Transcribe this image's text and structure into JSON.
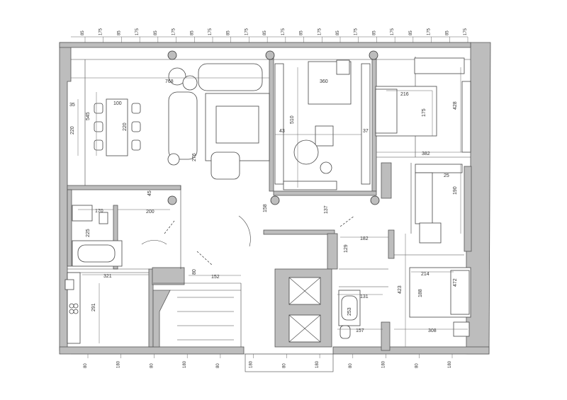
{
  "top_ticks": [
    "85",
    "175",
    "85",
    "175",
    "85",
    "175",
    "85",
    "175",
    "85",
    "175",
    "85",
    "175",
    "85",
    "175",
    "85",
    "175",
    "85",
    "175",
    "85",
    "175",
    "85",
    "175"
  ],
  "bottom_ticks": [
    "80",
    "180",
    "80",
    "180",
    "80",
    "180",
    "80",
    "180",
    "80",
    "180",
    "80",
    "180"
  ],
  "dimensions": {
    "d768": "768",
    "d35": "35",
    "d100": "100",
    "d545": "545",
    "d220a": "220",
    "d220b": "220",
    "d276": "276",
    "d43": "43",
    "d510": "510",
    "d360": "360",
    "d37": "37",
    "d216": "216",
    "d175": "175",
    "d428": "428",
    "d382": "382",
    "d25": "25",
    "d190": "190",
    "d45": "45",
    "d170": "170",
    "d200": "200",
    "d225": "225",
    "d158": "158",
    "d137": "137",
    "d129": "129",
    "d182": "182",
    "d321": "321",
    "d80": "80",
    "d152": "152",
    "d291": "291",
    "d131": "131",
    "d253": "253",
    "d157": "157",
    "d423": "423",
    "d214": "214",
    "d472": "472",
    "d188": "188",
    "d308": "308"
  }
}
